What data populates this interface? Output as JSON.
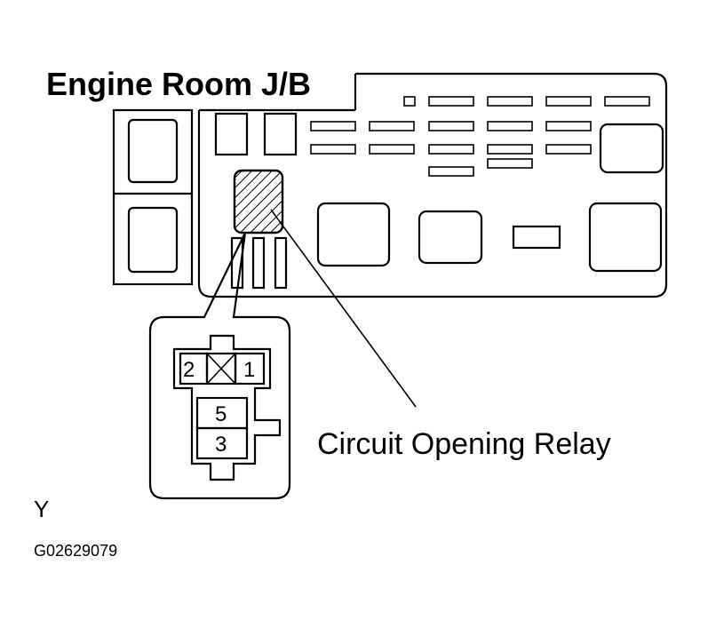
{
  "diagram": {
    "title": "Engine Room J/B",
    "callout_label": "Circuit Opening Relay",
    "connector_pins": {
      "top_left": "2",
      "top_right": "1",
      "middle": "5",
      "bottom": "3"
    },
    "view_label": "Y",
    "figure_code": "G02629079",
    "colors": {
      "line": "#000000",
      "background": "#ffffff"
    }
  }
}
